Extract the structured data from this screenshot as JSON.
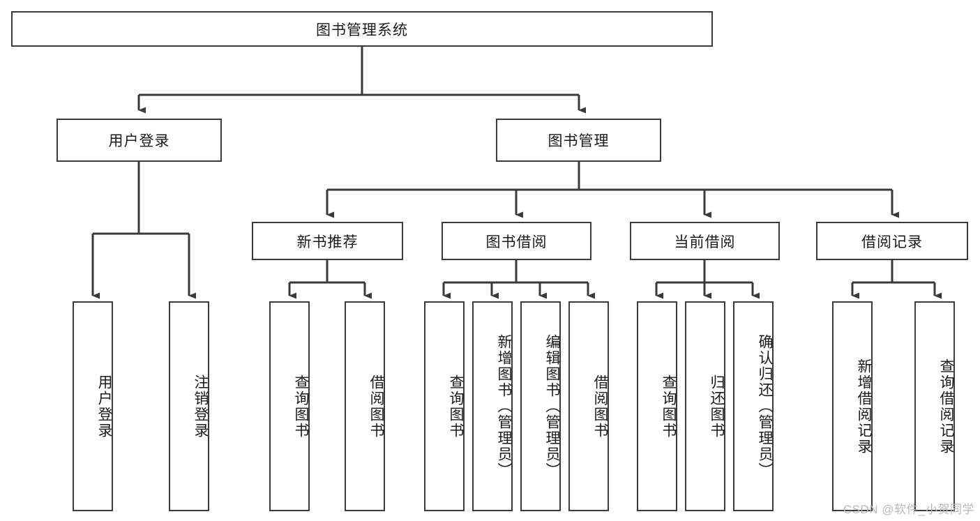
{
  "diagram": {
    "title_node": {
      "label": "图书管理系统"
    },
    "level2": [
      {
        "id": "user-login",
        "label": "用户登录"
      },
      {
        "id": "book-management",
        "label": "图书管理"
      }
    ],
    "level3": [
      {
        "id": "new-book-recommend",
        "label": "新书推荐"
      },
      {
        "id": "book-borrow",
        "label": "图书借阅"
      },
      {
        "id": "current-borrow",
        "label": "当前借阅"
      },
      {
        "id": "borrow-record",
        "label": "借阅记录"
      }
    ],
    "leaves": [
      {
        "id": "leaf-user-login",
        "label": "用户登录"
      },
      {
        "id": "leaf-logout-login",
        "label": "注销登录"
      },
      {
        "id": "leaf-query-book-1",
        "label": "查询图书"
      },
      {
        "id": "leaf-borrow-book-1",
        "label": "借阅图书"
      },
      {
        "id": "leaf-query-book-2",
        "label": "查询图书"
      },
      {
        "id": "leaf-add-book",
        "label": "新增图书（管理员）"
      },
      {
        "id": "leaf-edit-book",
        "label": "编辑图书（管理员）"
      },
      {
        "id": "leaf-borrow-book-2",
        "label": "借阅图书"
      },
      {
        "id": "leaf-query-book-3",
        "label": "查询图书"
      },
      {
        "id": "leaf-return-book",
        "label": "归还图书"
      },
      {
        "id": "leaf-confirm-return",
        "label": "确认归还（管理员）"
      },
      {
        "id": "leaf-add-borrow-record",
        "label": "新增借阅记录"
      },
      {
        "id": "leaf-query-borrow-record",
        "label": "查询借阅记录"
      }
    ],
    "watermark": "CSDN @软件_小贺同学",
    "colors": {
      "stroke": "#3a3a3a",
      "background": "#ffffff",
      "text": "#1a1a1a",
      "watermark": "#b9b9b9"
    }
  }
}
